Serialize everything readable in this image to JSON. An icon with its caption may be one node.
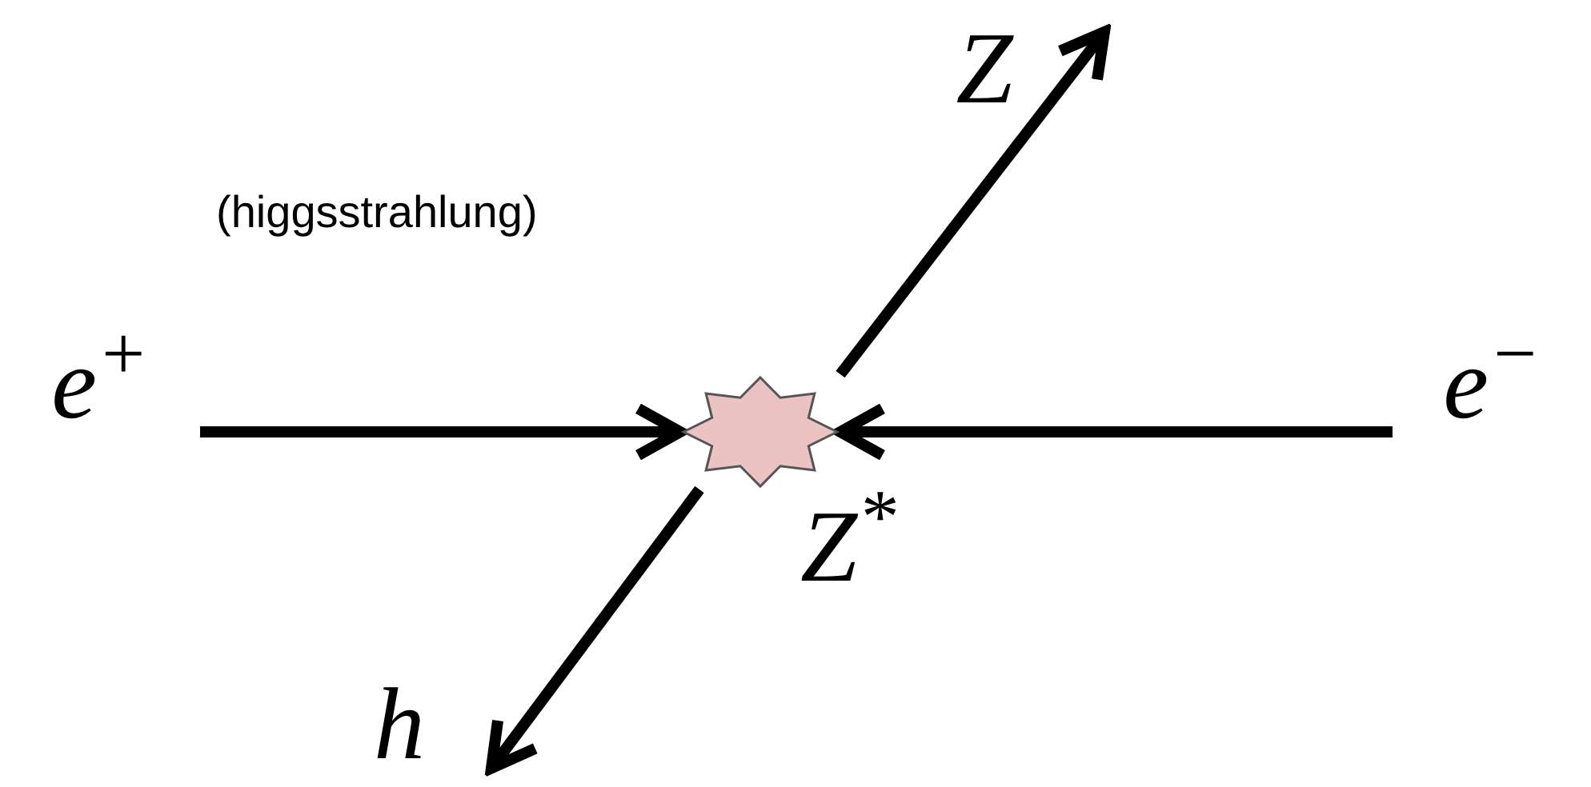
{
  "diagram": {
    "nodes": [
      {
        "text": [
          "e$^{+}$"
        ]
      },
      {
        "text": [],
        "shape": "star",
        "beside": [
          "Z$^{*}$"
        ]
      },
      {
        "text": [
          "e$^{−}$"
        ]
      },
      {
        "text": [
          "Z"
        ]
      },
      {
        "text": [
          "h"
        ]
      }
    ],
    "edges": [
      {
        "from": 0,
        "to": 1,
        "arrow": "to"
      },
      {
        "from": 2,
        "to": 1,
        "arrow": "to"
      },
      {
        "from": 1,
        "to": 3,
        "arrow": "to"
      },
      {
        "from": 1,
        "to": 4,
        "arrow": "to"
      }
    ],
    "labels": [
      "(higgsstrahlung)"
    ]
  }
}
